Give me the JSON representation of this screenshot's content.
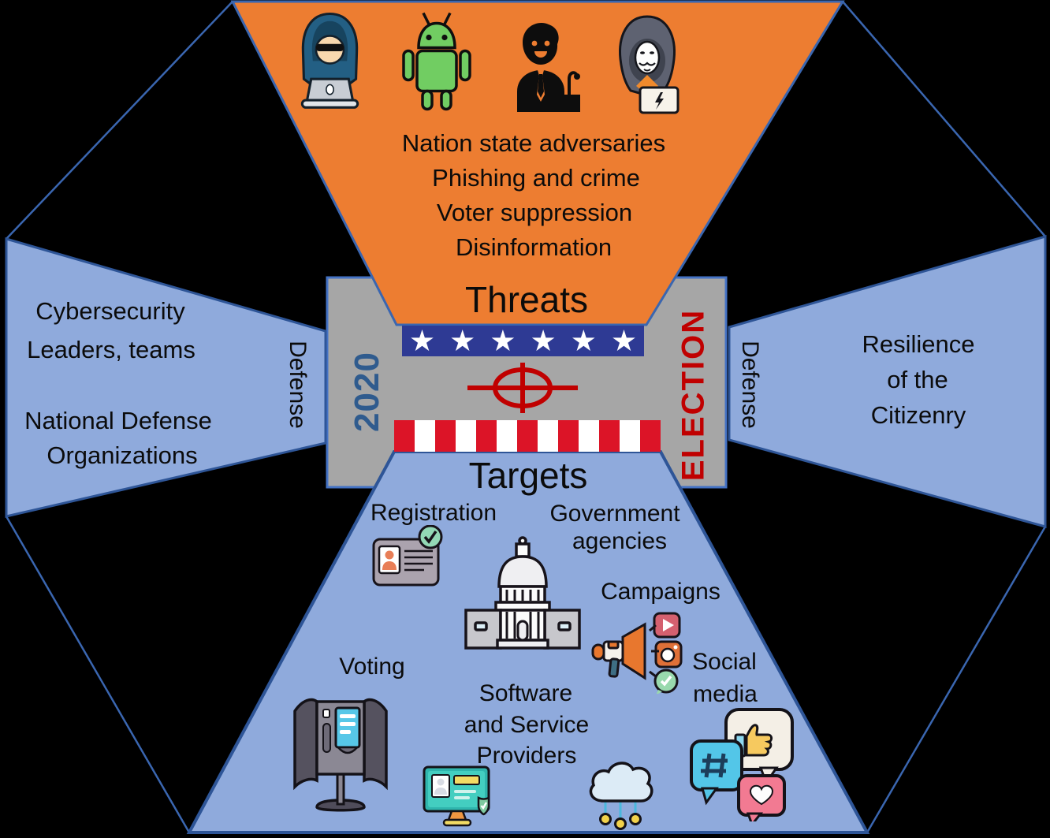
{
  "colors": {
    "background": "#000000",
    "threats_fill": "#ED7D31",
    "defense_fill": "#8FAADC",
    "targets_fill": "#8FAADC",
    "center_box_fill": "#A6A6A6",
    "outline_blue": "#3A5EA8",
    "stars_bar_navy": "#2E3A94",
    "stripe_red": "#DC1427",
    "crosshair_red": "#C00000",
    "year_blue": "#2F5B8E",
    "election_red": "#C00000",
    "text": "#000000"
  },
  "center": {
    "year": "2020",
    "election": "ELECTION"
  },
  "threats": {
    "label": "Threats",
    "items": [
      "Nation state adversaries",
      "Phishing and crime",
      "Voter suppression",
      "Disinformation"
    ],
    "icons": [
      "hooded-hacker",
      "android-malware",
      "politician-speech",
      "anonymous-hacker"
    ]
  },
  "defense_left": {
    "label": "Defense",
    "lines": [
      "Cybersecurity",
      "Leaders, teams",
      "National Defense",
      "Organizations"
    ]
  },
  "defense_right": {
    "label": "Defense",
    "lines": [
      "Resilience",
      "of the",
      "Citizenry"
    ]
  },
  "targets": {
    "label": "Targets",
    "registration": "Registration",
    "government": [
      "Government",
      "agencies"
    ],
    "campaigns": "Campaigns",
    "voting": "Voting",
    "software": [
      "Software",
      "and Service",
      "Providers"
    ],
    "social": [
      "Social",
      "media"
    ],
    "icons": [
      "voter-id-card",
      "capitol-building",
      "campaign-megaphone",
      "voting-booth",
      "secure-login-monitor",
      "cloud-network",
      "social-media-bubbles"
    ]
  }
}
